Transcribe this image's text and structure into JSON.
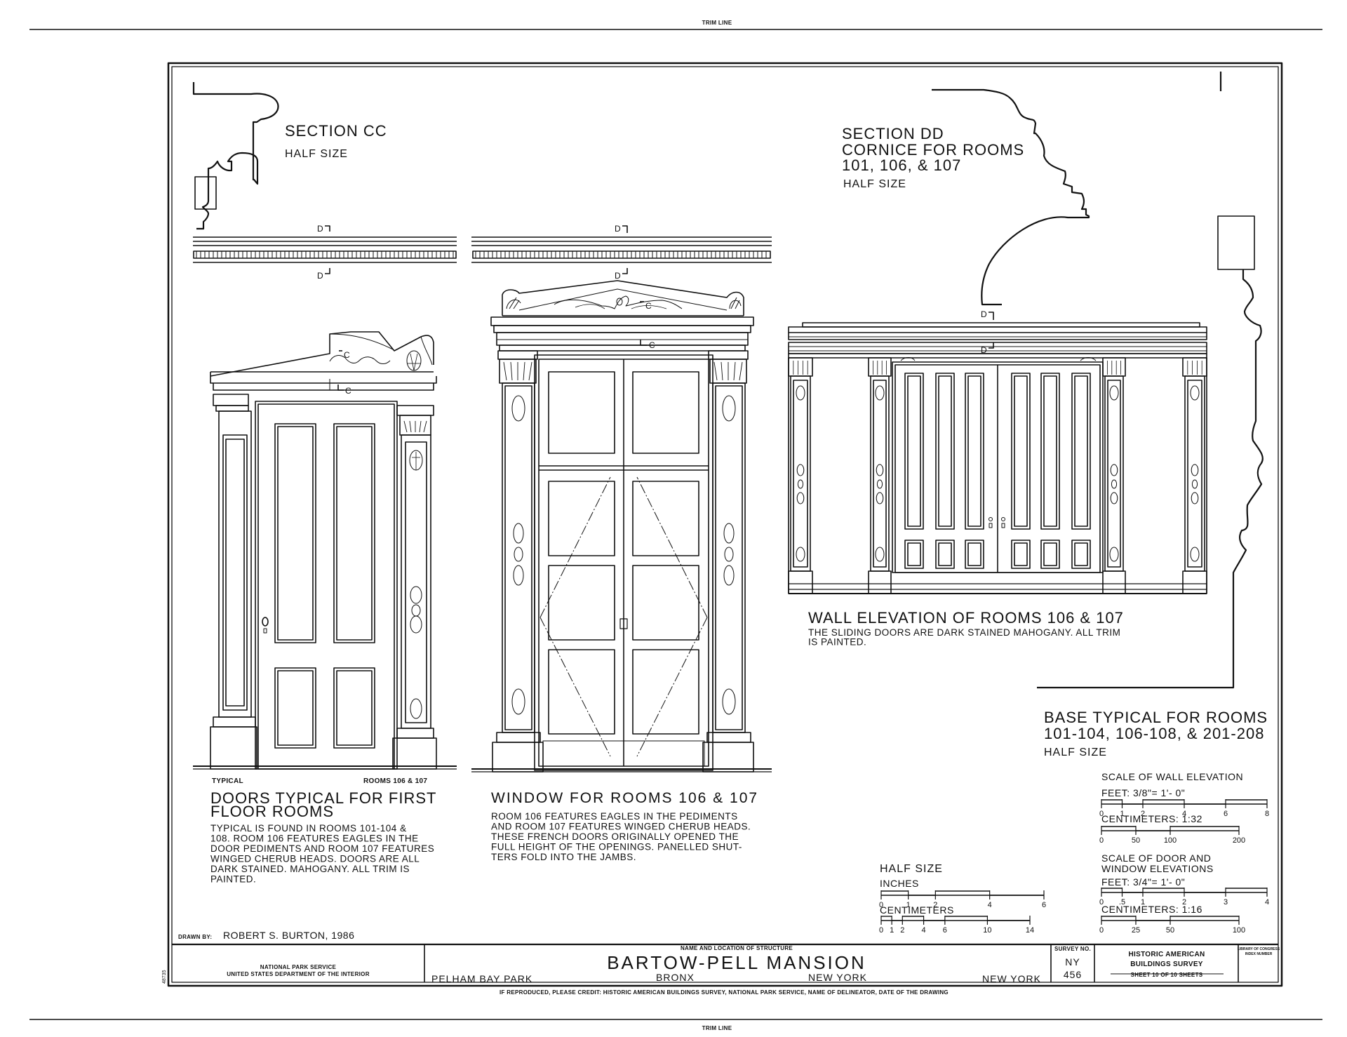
{
  "trim_top": "TRIM LINE",
  "trim_bottom": "TRIM LINE",
  "section_cc": {
    "title": "SECTION CC",
    "scale": "HALF SIZE"
  },
  "section_dd": {
    "line1": "SECTION DD",
    "line2": "CORNICE FOR ROOMS",
    "line3": "101, 106, & 107",
    "scale": "HALF SIZE"
  },
  "marks": {
    "d": "D",
    "c": "C"
  },
  "doors": {
    "label_left": "TYPICAL",
    "label_right": "ROOMS 106 & 107",
    "title_line1": "DOORS  TYPICAL  FOR  FIRST",
    "title_line2": "FLOOR ROOMS",
    "notes": [
      "TYPICAL IS FOUND IN ROOMS 101-104 &",
      "108.  ROOM 106 FEATURES EAGLES IN THE",
      "DOOR PEDIMENTS AND ROOM 107 FEATURES",
      "WINGED CHERUB HEADS.  DOORS ARE ALL",
      "DARK STAINED. MAHOGANY.  ALL TRIM IS",
      "PAINTED."
    ]
  },
  "window": {
    "title": "WINDOW  FOR ROOMS 106 & 107",
    "notes": [
      "ROOM 106 FEATURES EAGLES IN THE PEDIMENTS",
      "AND ROOM 107 FEATURES WINGED CHERUB HEADS.",
      "THESE FRENCH DOORS ORIGINALLY OPENED THE",
      "FULL HEIGHT OF THE OPENINGS. PANELLED SHUT-",
      "TERS FOLD INTO THE JAMBS."
    ]
  },
  "wall": {
    "title": "WALL ELEVATION OF ROOMS 106 & 107",
    "notes": [
      "THE SLIDING DOORS ARE DARK STAINED MAHOGANY. ALL TRIM",
      "IS PAINTED."
    ]
  },
  "base": {
    "line1": "BASE TYPICAL FOR ROOMS",
    "line2": "101-104, 106-108, & 201-208",
    "scale": "HALF SIZE"
  },
  "scales": {
    "half_size": {
      "title": "HALF SIZE",
      "inches_label": "INCHES",
      "inches_ticks": [
        "0",
        "1",
        "2",
        "4",
        "6"
      ],
      "cm_label": "CENTIMETERS",
      "cm_ticks": [
        "0",
        "1",
        "2",
        "4",
        "6",
        "10",
        "14"
      ]
    },
    "wall": {
      "title": "SCALE OF WALL ELEVATION",
      "feet_label": "FEET: 3/8\"= 1'- 0\"",
      "feet_ticks": [
        "0",
        "1",
        "2",
        "4",
        "6",
        "8"
      ],
      "cm_label": "CENTIMETERS: 1:32",
      "cm_ticks": [
        "0",
        "50",
        "100",
        "200"
      ]
    },
    "door": {
      "title_line1": "SCALE OF DOOR AND",
      "title_line2": "WINDOW ELEVATIONS",
      "feet_label": "FEET: 3/4\"= 1'- 0\"",
      "feet_ticks": [
        "0",
        ".5",
        "1",
        "2",
        "3",
        "4"
      ],
      "cm_label": "CENTIMETERS: 1:16",
      "cm_ticks": [
        "0",
        "25",
        "50",
        "100"
      ]
    }
  },
  "title_block": {
    "drawn_by_label": "DRAWN BY:",
    "drawn_by": "ROBERT S. BURTON,  1986",
    "agency_line1": "NATIONAL PARK SERVICE",
    "agency_line2": "UNITED STATES DEPARTMENT OF THE INTERIOR",
    "name_location_label": "NAME AND LOCATION OF STRUCTURE",
    "structure_name": "BARTOW-PELL  MANSION",
    "location_site": "PELHAM BAY PARK",
    "location_borough": "BRONX",
    "location_city": "NEW YORK",
    "location_state": "NEW YORK",
    "survey_no_label": "SURVEY NO.",
    "survey_state": "NY",
    "survey_number": "456",
    "habs_line1": "HISTORIC AMERICAN",
    "habs_line2": "BUILDINGS SURVEY",
    "sheet_label": "SHEET 10 OF 10 SHEETS",
    "loc_line1": "LIBRARY OF CONGRESS",
    "loc_line2": "INDEX NUMBER",
    "side_number": "48735",
    "credit": "IF REPRODUCED, PLEASE CREDIT: HISTORIC AMERICAN BUILDINGS SURVEY, NATIONAL PARK SERVICE, NAME OF DELINEATOR, DATE OF THE DRAWING"
  }
}
